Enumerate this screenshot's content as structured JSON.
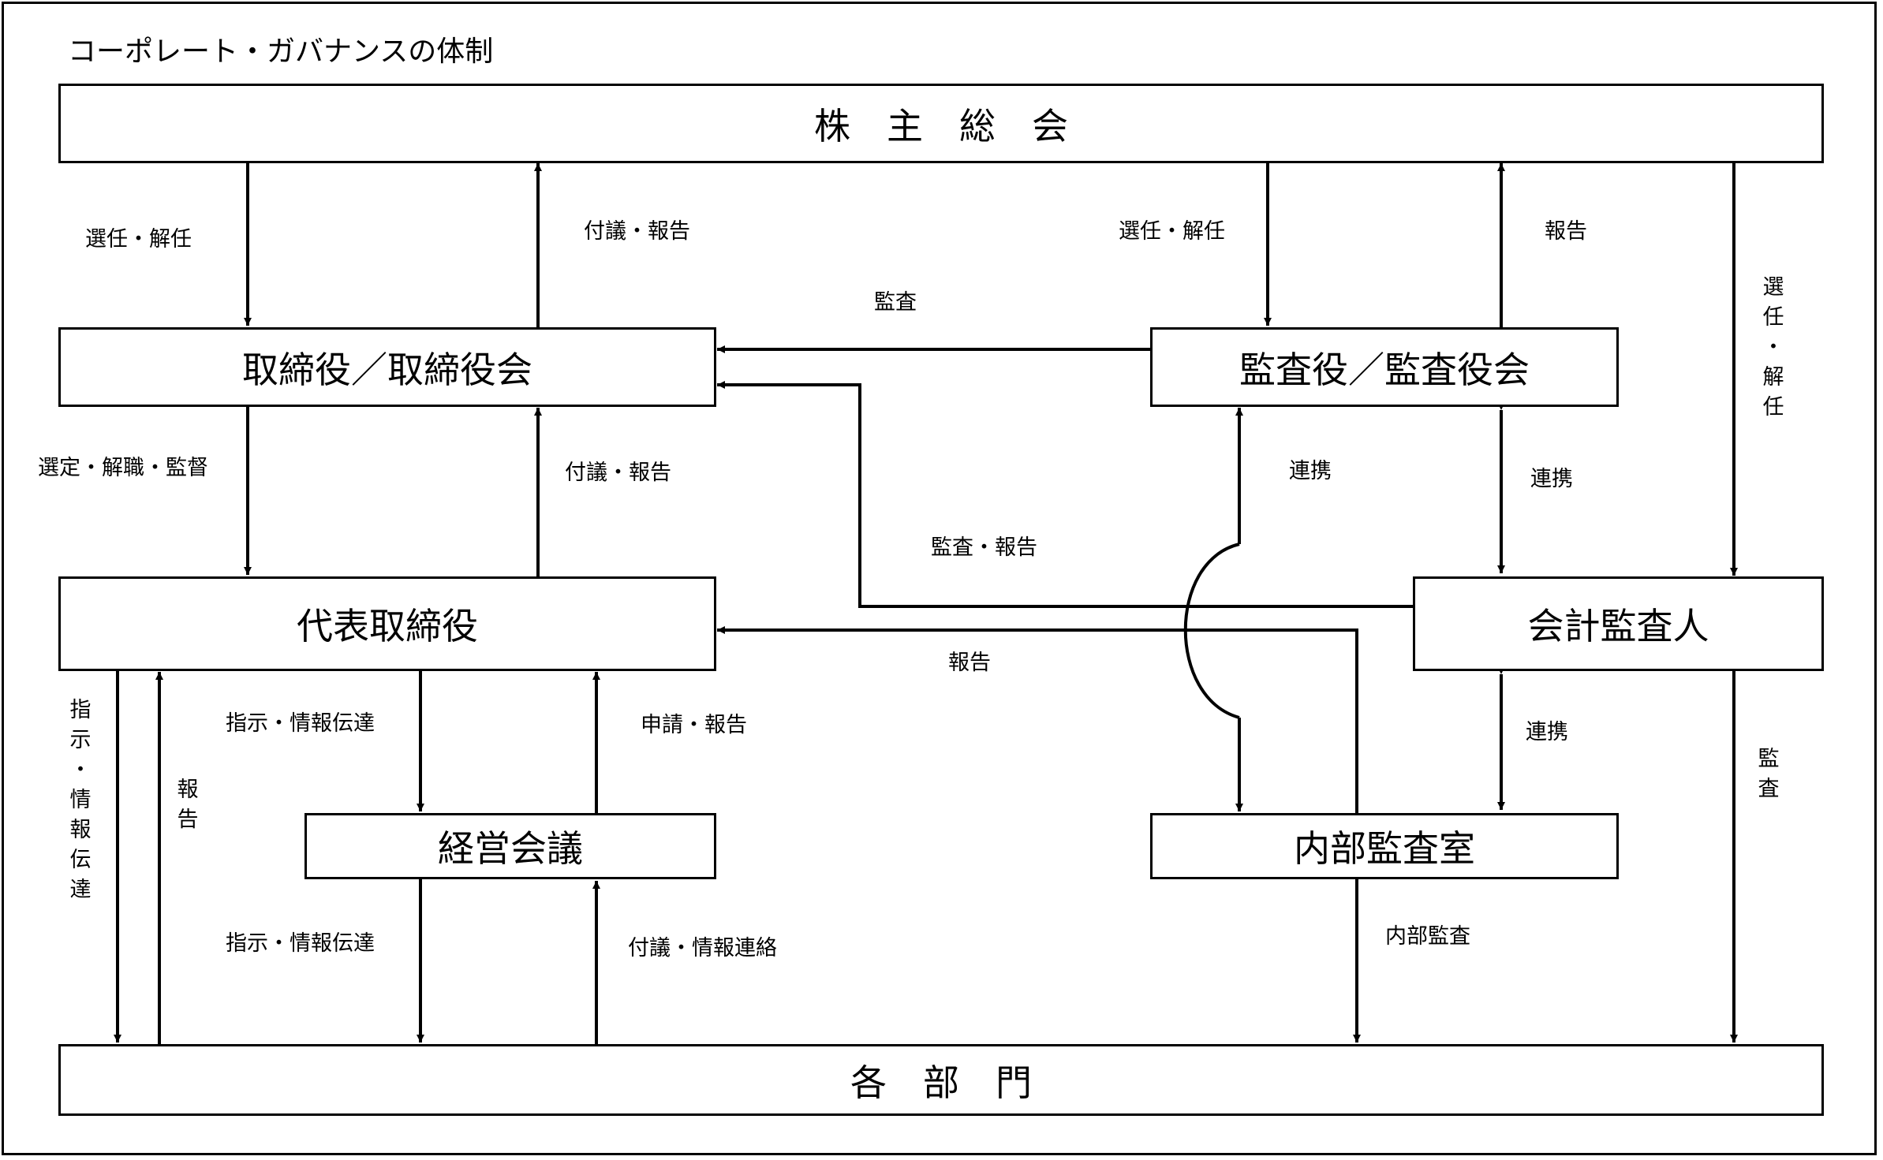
{
  "title": "コーポレート・ガバナンスの体制",
  "boxes": {
    "shareholders": "株　主　総　会",
    "board": "取締役／取締役会",
    "auditors": "監査役／監査役会",
    "representative": "代表取締役",
    "accounting_auditor": "会計監査人",
    "management_meeting": "経営会議",
    "internal_audit": "内部監査室",
    "departments": "各　部　門"
  },
  "labels": {
    "sh_to_board": "選任・解任",
    "board_to_sh": "付議・報告",
    "sh_to_auditors": "選任・解任",
    "auditors_to_sh": "報告",
    "auditors_audit_board": "監査",
    "board_to_rep": "選定・解職・監督",
    "rep_to_board": "付議・報告",
    "auditors_internal_link": "連携",
    "auditors_accounting_link": "連携",
    "accounting_audit_report": "監査・報告",
    "internal_report_rep": "報告",
    "rep_to_meeting": "指示・情報伝達",
    "meeting_to_rep": "申請・報告",
    "accounting_internal_link": "連携",
    "meeting_to_depts": "指示・情報伝達",
    "depts_to_meeting": "付議・情報連絡",
    "internal_audit_depts": "内部監査"
  },
  "vertical_labels": {
    "sh_to_accounting": "選\n任\n・\n解\n任",
    "rep_to_depts": "指\n示\n・\n情\n報\n伝\n達",
    "depts_to_rep": "報\n告",
    "accounting_to_depts": "監\n査"
  }
}
